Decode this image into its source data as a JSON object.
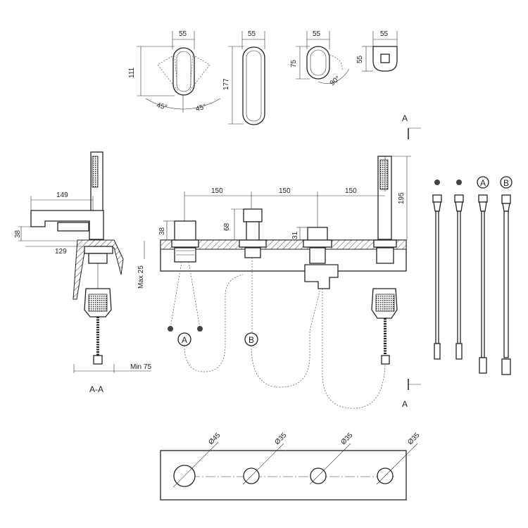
{
  "top_views": {
    "lever": {
      "width": "55",
      "height": "111",
      "angle_left": "45°",
      "angle_right": "45°"
    },
    "spout": {
      "width": "55",
      "height": "177"
    },
    "diverter": {
      "width": "55",
      "height": "75",
      "angle": "90°"
    },
    "escutcheon": {
      "width": "55",
      "height": "55"
    }
  },
  "section": {
    "reach": "149",
    "outlet_height": "38",
    "depth": "129",
    "max_thickness": "Max 25",
    "min_clearance": "Min 75",
    "label": "A-A"
  },
  "front_view": {
    "spacing_1": "150",
    "spacing_2": "150",
    "spacing_3": "150",
    "height_left": "38",
    "height_spout": "68",
    "height_diverter": "31",
    "shower_height": "195",
    "hose_marker_a": "A",
    "hose_marker_b": "B",
    "section_mark_top": "A",
    "section_mark_bottom": "A"
  },
  "hoses": {
    "marker_a": "A",
    "marker_b": "B"
  },
  "hole_plan": {
    "d1": "Ø45",
    "d2": "Ø35",
    "d3": "Ø35",
    "d4": "Ø35"
  }
}
